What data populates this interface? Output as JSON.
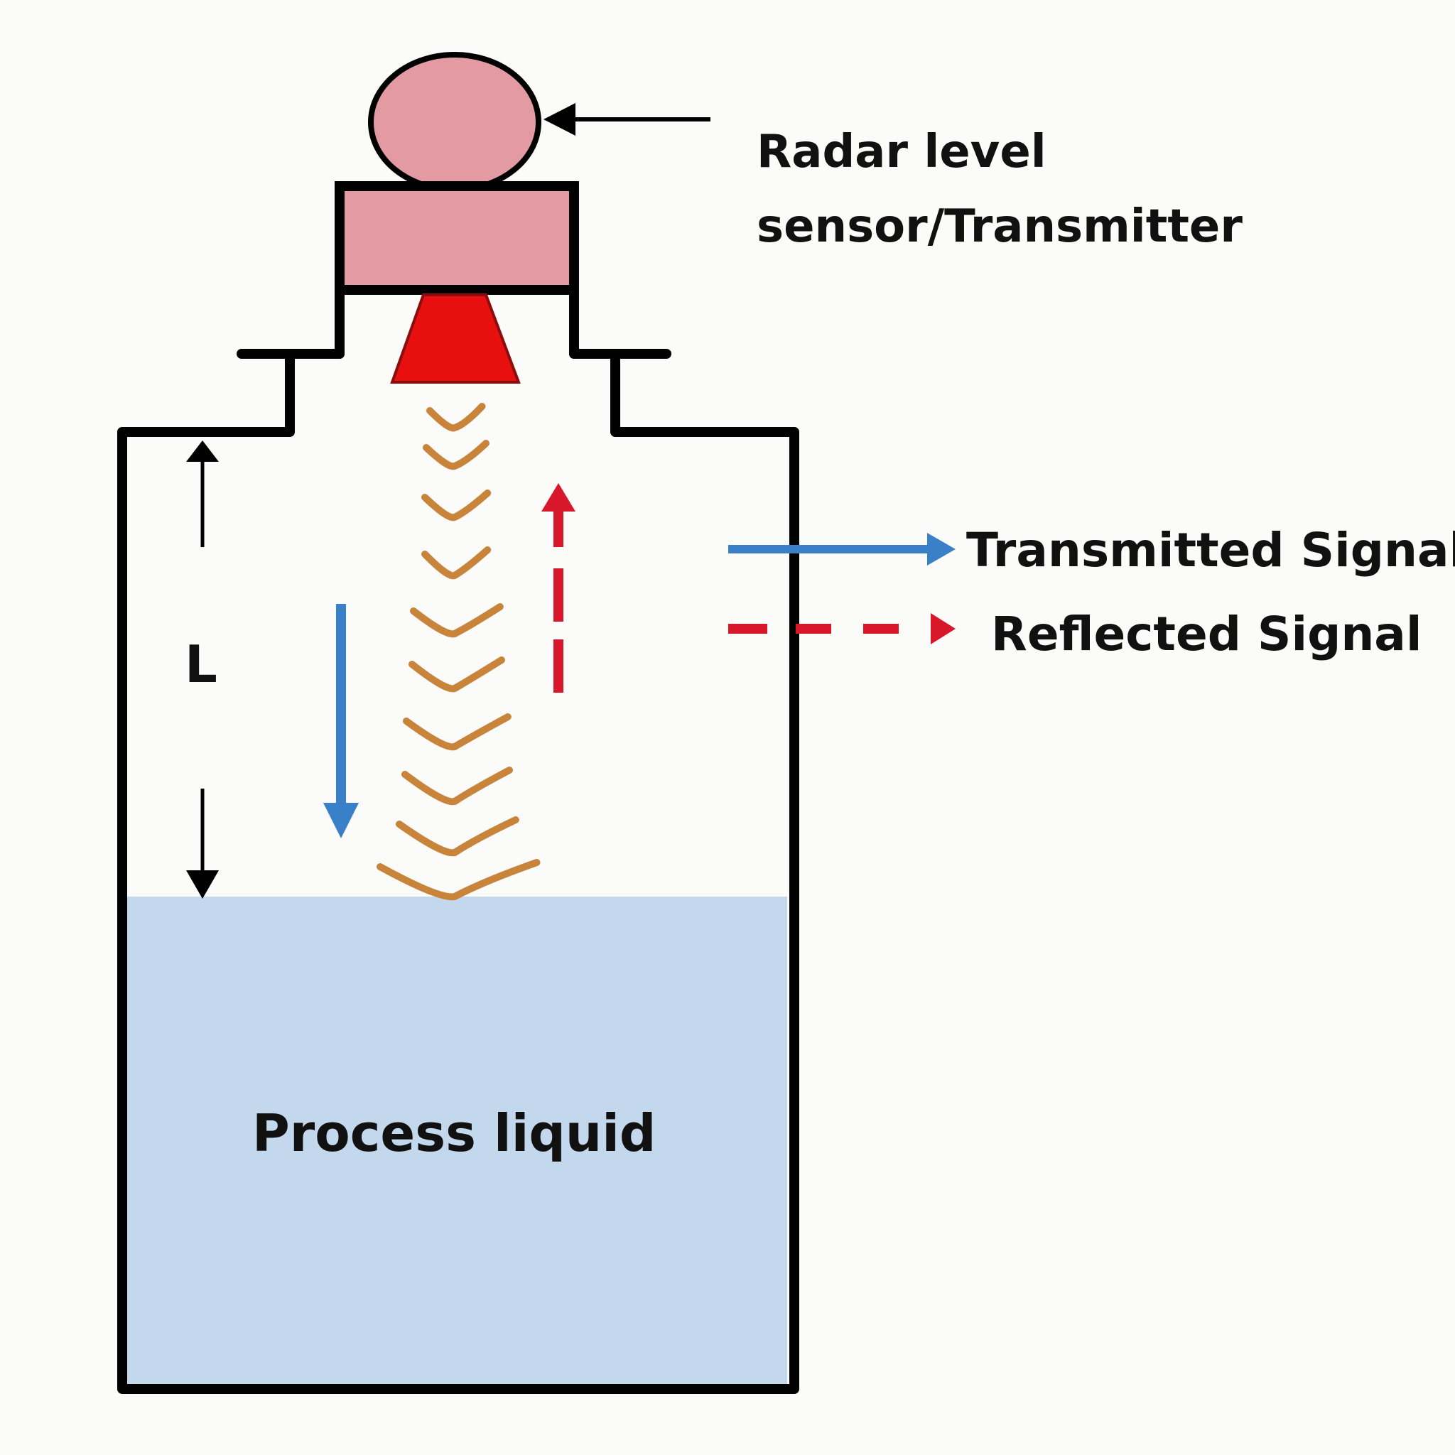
{
  "title": "Radar level measurement",
  "labels": {
    "sensor": [
      "Radar level",
      "sensor/Transmitter"
    ],
    "transmitted": "Transmitted Signal",
    "reflected": "Reflected Signal",
    "distance": "L",
    "liquid": "Process liquid"
  },
  "colors": {
    "tank_outline": "#000000",
    "sensor_body": "#e39aa2",
    "antenna": "#e8100f",
    "waves": "#c8843a",
    "transmitted_arrow": "#3a80c8",
    "reflected_arrow": "#d8182a",
    "liquid": "#c3d8ec"
  },
  "wave_count": 10
}
